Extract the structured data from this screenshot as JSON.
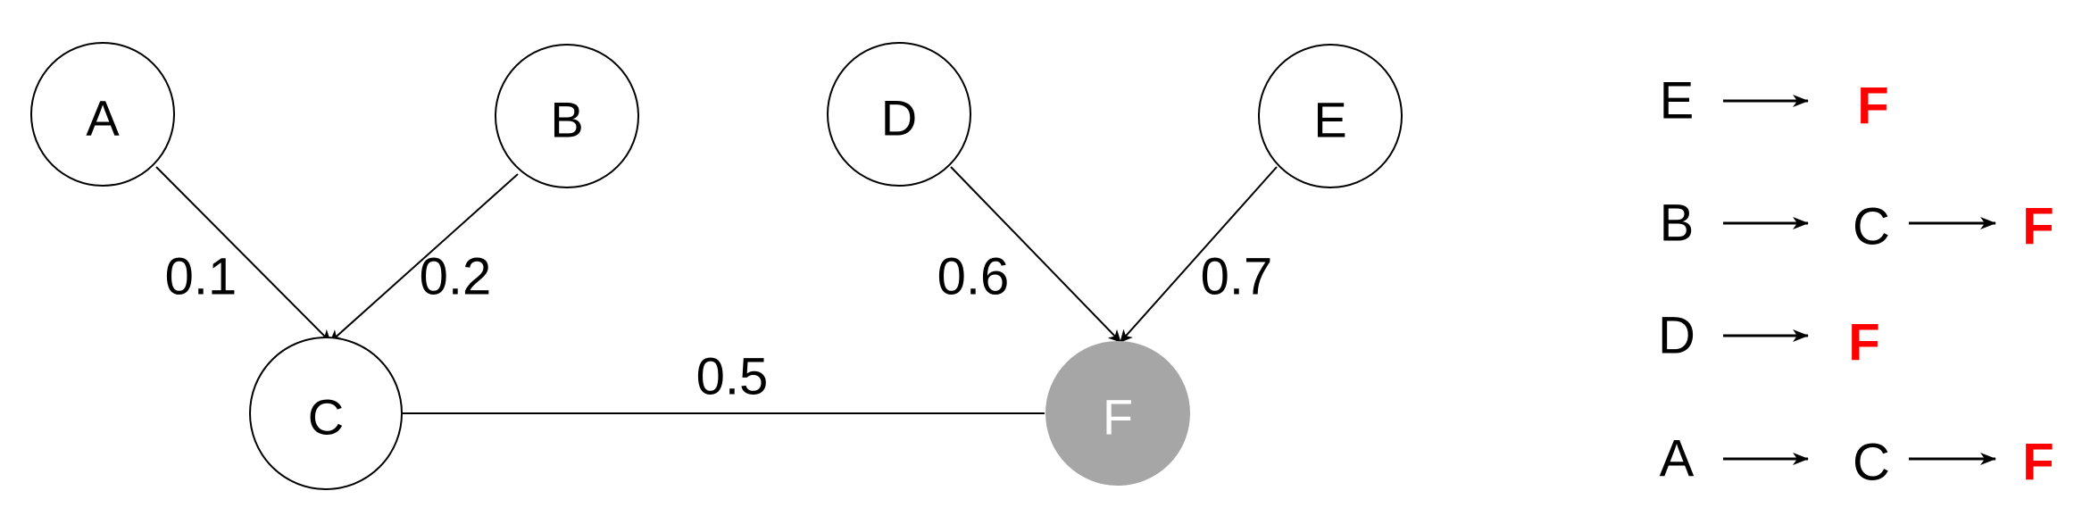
{
  "nodes": {
    "A": {
      "label": "A"
    },
    "B": {
      "label": "B"
    },
    "C": {
      "label": "C"
    },
    "D": {
      "label": "D"
    },
    "E": {
      "label": "E"
    },
    "F": {
      "label": "F",
      "fill": "#a6a6a6",
      "text_color": "#ffffff"
    }
  },
  "edges": [
    {
      "from": "A",
      "to": "C",
      "weight": "0.1",
      "directed": true
    },
    {
      "from": "B",
      "to": "C",
      "weight": "0.2",
      "directed": true
    },
    {
      "from": "D",
      "to": "F",
      "weight": "0.6",
      "directed": true
    },
    {
      "from": "E",
      "to": "F",
      "weight": "0.7",
      "directed": true
    },
    {
      "from": "C",
      "to": "F",
      "weight": "0.5",
      "directed": false
    }
  ],
  "paths": [
    [
      "E",
      "F"
    ],
    [
      "B",
      "C",
      "F"
    ],
    [
      "D",
      "F"
    ],
    [
      "A",
      "C",
      "F"
    ]
  ],
  "path_target": "F",
  "colors": {
    "target_node_fill": "#a6a6a6",
    "target_path_text": "#ff0000",
    "stroke": "#000000"
  }
}
